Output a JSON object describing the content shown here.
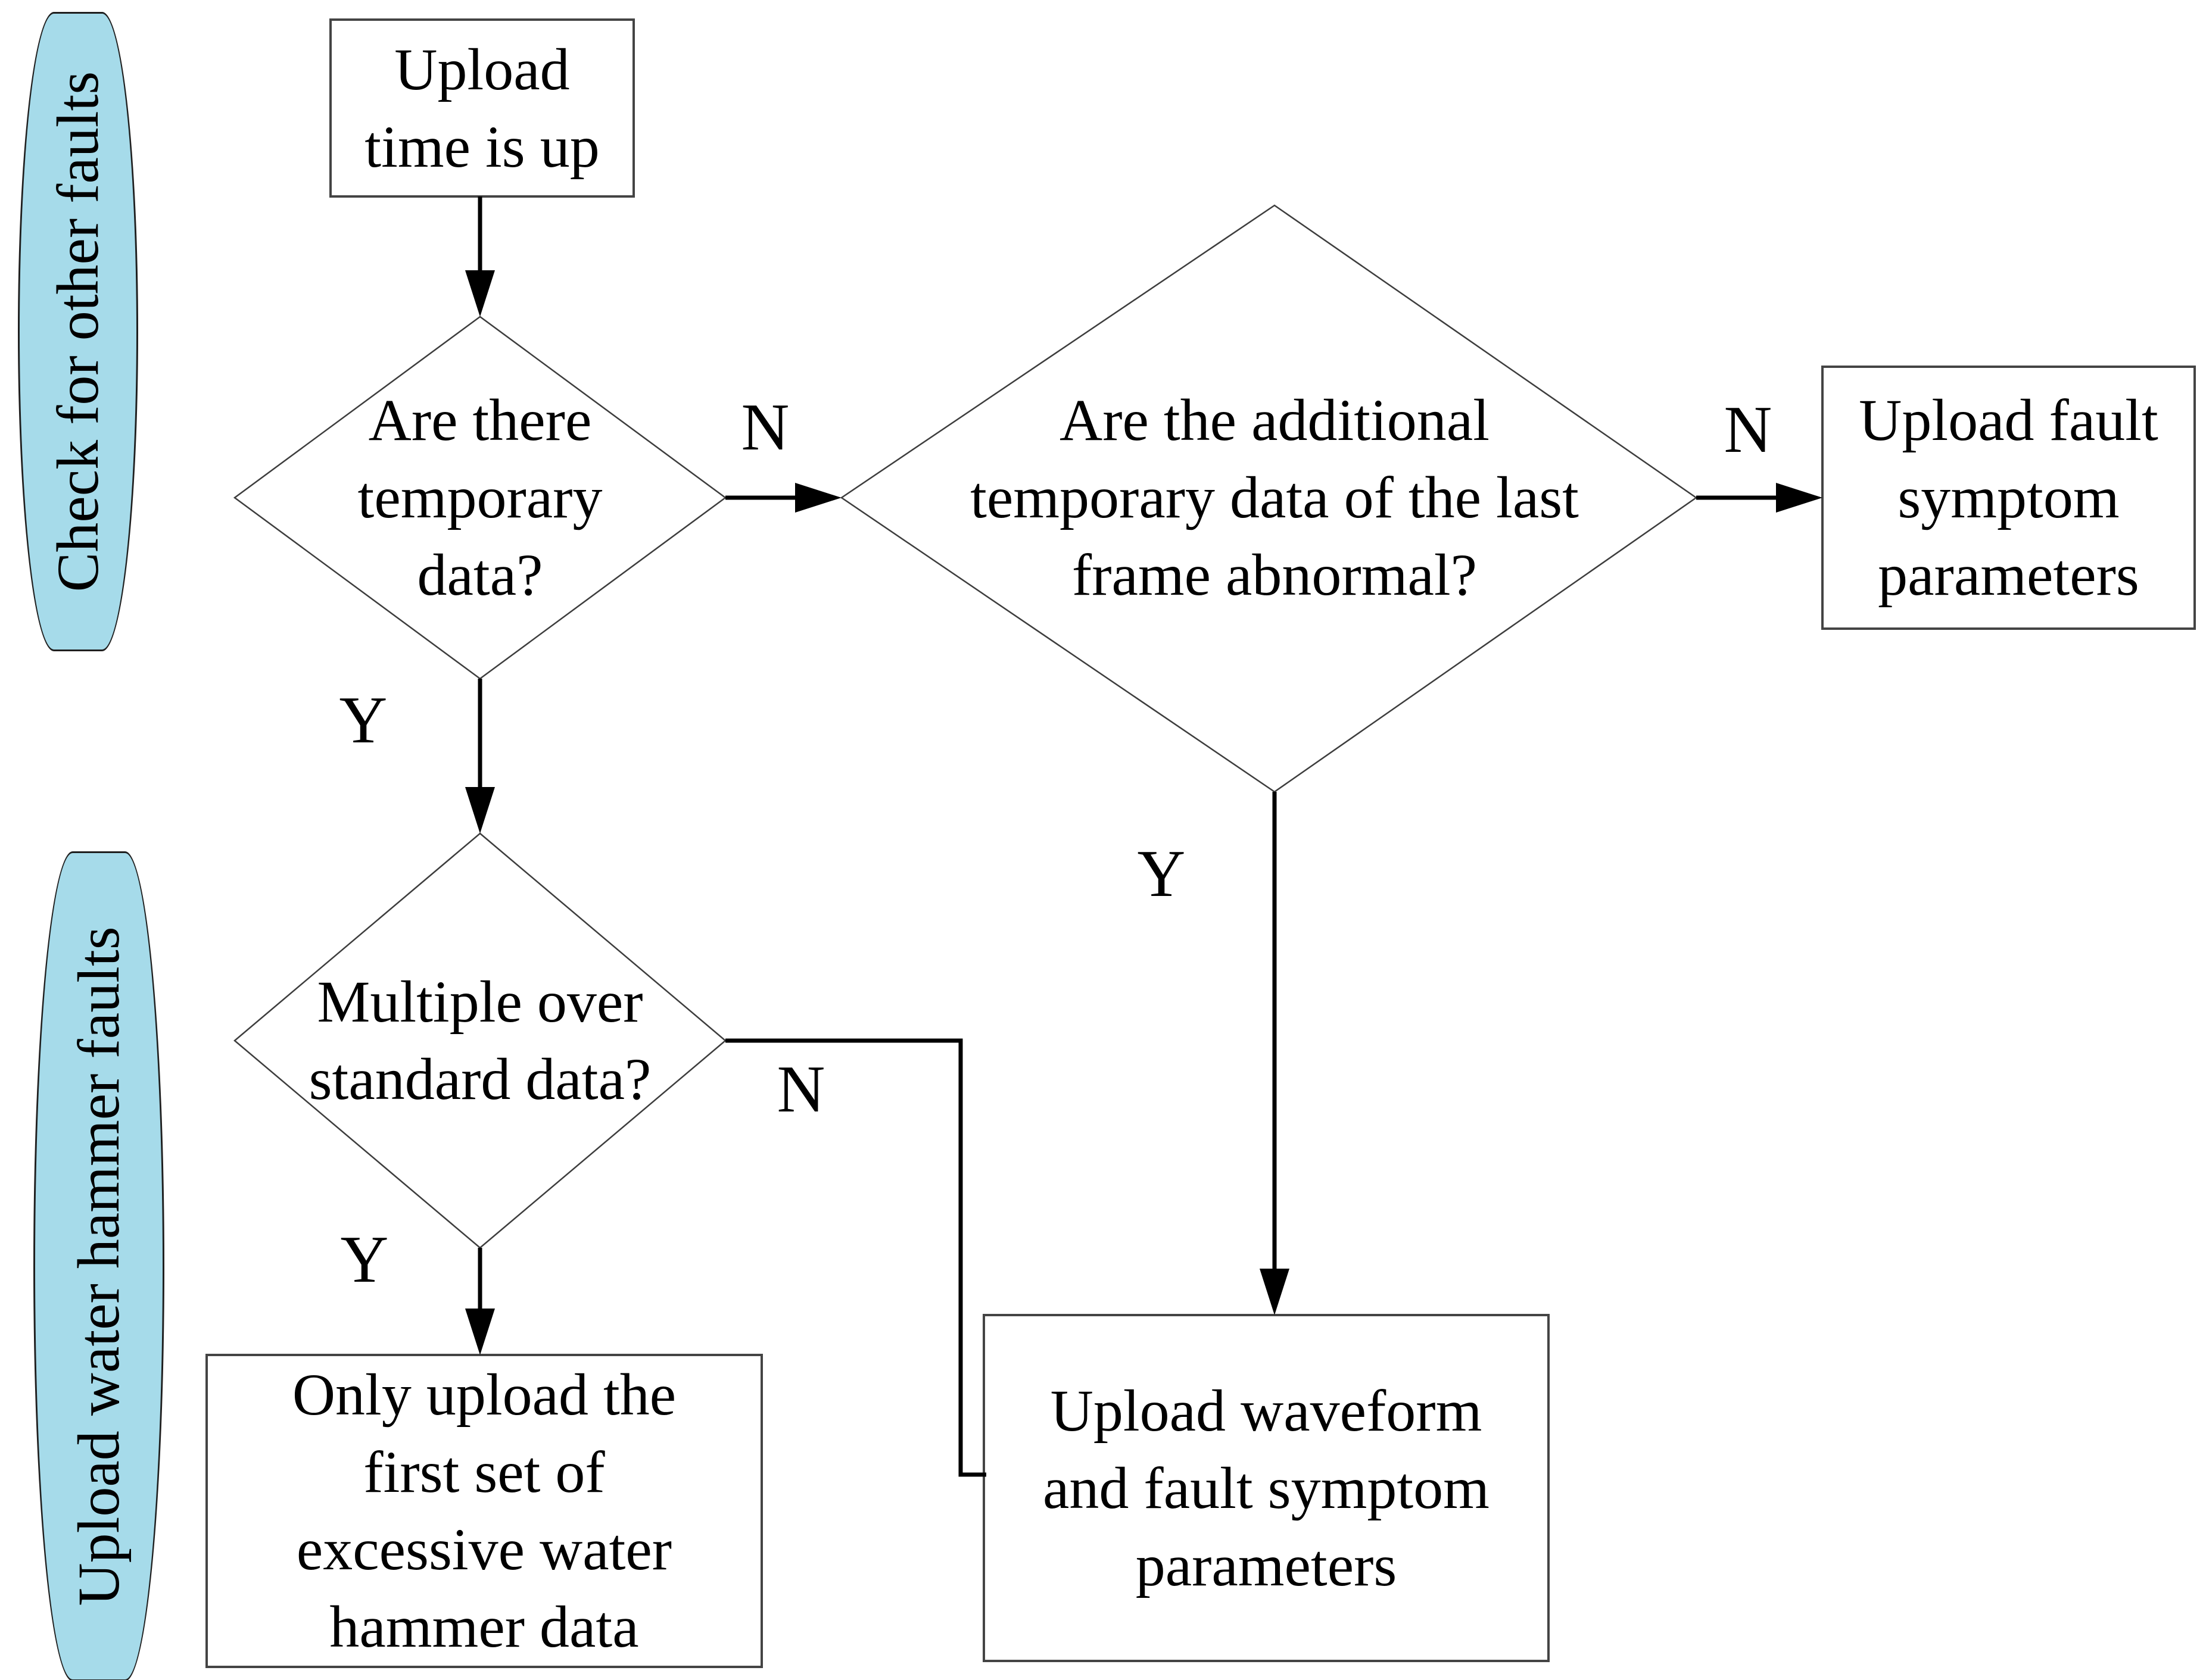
{
  "colors": {
    "background": "#ffffff",
    "capsule_fill": "#a6dbea",
    "capsule_stroke": "#1f1f1f",
    "box_stroke": "#444444",
    "diamond_stroke": "#3d3d3d",
    "connector": "#000000",
    "text": "#000000"
  },
  "side_labels": {
    "check_other_faults": "Check for other faults",
    "upload_water_hammer": "Upload water hammer faults"
  },
  "nodes": {
    "start": {
      "type": "process",
      "lines": [
        "Upload",
        "time is up"
      ]
    },
    "temp_data_decision": {
      "type": "decision",
      "lines": [
        "Are there",
        "temporary",
        "data?"
      ]
    },
    "last_frame_decision": {
      "type": "decision",
      "lines": [
        "Are the additional",
        "temporary data of the last",
        "frame abnormal?"
      ]
    },
    "upload_fault_symptom": {
      "type": "process",
      "lines": [
        "Upload fault",
        "symptom",
        "parameters"
      ]
    },
    "multiple_over_decision": {
      "type": "decision",
      "lines": [
        "Multiple over",
        "standard data?"
      ]
    },
    "only_upload_first": {
      "type": "process",
      "lines": [
        "Only upload the",
        "first set of",
        "excessive water",
        "hammer data"
      ]
    },
    "upload_waveform": {
      "type": "process",
      "lines": [
        "Upload waveform",
        "and fault symptom",
        "parameters"
      ]
    }
  },
  "edge_labels": {
    "n_temp_to_frame": "N",
    "n_frame_to_upload": "N",
    "n_multiple_elbow": "N",
    "y_temp_down": "Y",
    "y_frame_down": "Y",
    "y_multiple_down": "Y"
  }
}
